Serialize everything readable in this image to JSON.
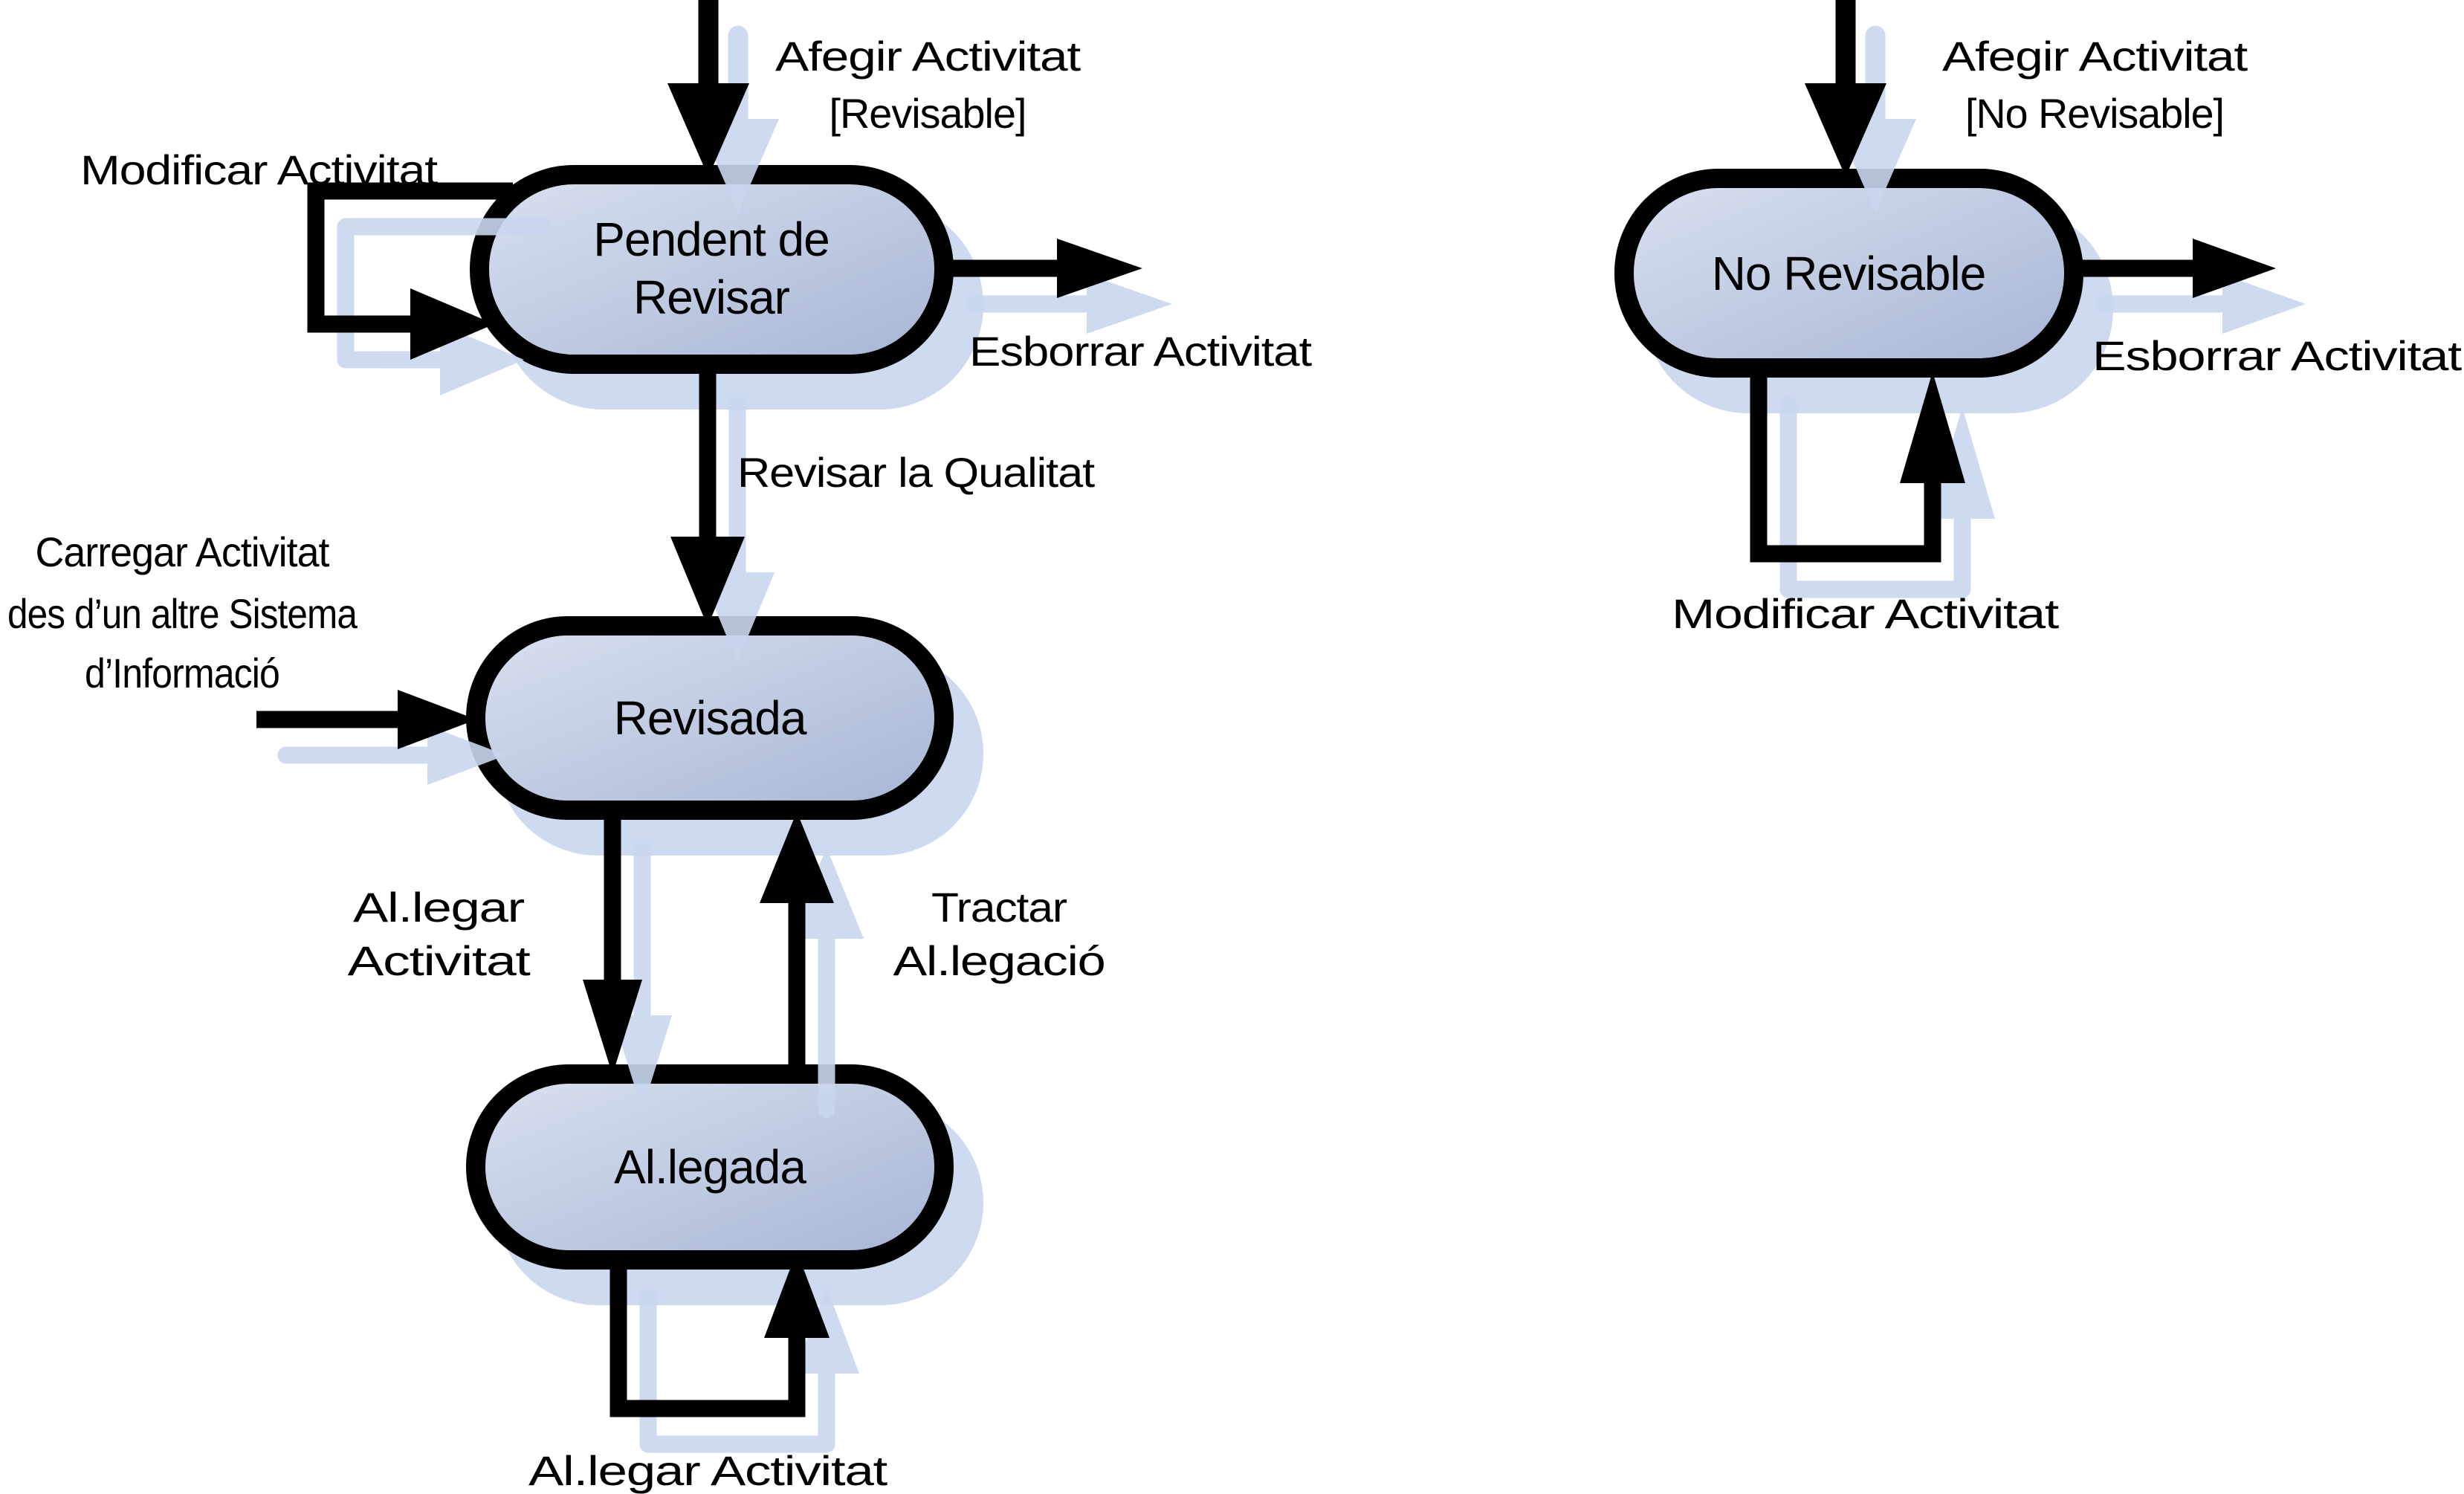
{
  "colors": {
    "fillA": "#dae1f0",
    "fillB": "#a6b5d5",
    "ink": "#000000",
    "shadow": "#c9d6ee",
    "bg": "#ffffff"
  },
  "left": {
    "states": {
      "pendent_line1": "Pendent de",
      "pendent_line2": "Revisar",
      "revisada": "Revisada",
      "allegada": "Al.legada"
    },
    "transitions": {
      "afegir_line1": "Afegir Activitat",
      "afegir_line2": "[Revisable]",
      "modificar": "Modificar Activitat",
      "esborrar": "Esborrar Activitat",
      "revisar": "Revisar la Qualitat",
      "carregar_line1": "Carregar Activitat",
      "carregar_line2": "des d’un altre Sistema",
      "carregar_line3": "d’Informació",
      "allegar_line1": "Al.legar",
      "allegar_line2": "Activitat",
      "tractar_line1": "Tractar",
      "tractar_line2": "Al.legació",
      "allegar_self": "Al.legar Activitat"
    }
  },
  "right": {
    "states": {
      "no_revisable": "No Revisable"
    },
    "transitions": {
      "afegir_line1": "Afegir Activitat",
      "afegir_line2": "[No Revisable]",
      "esborrar": "Esborrar Activitat",
      "modificar": "Modificar Activitat"
    }
  }
}
